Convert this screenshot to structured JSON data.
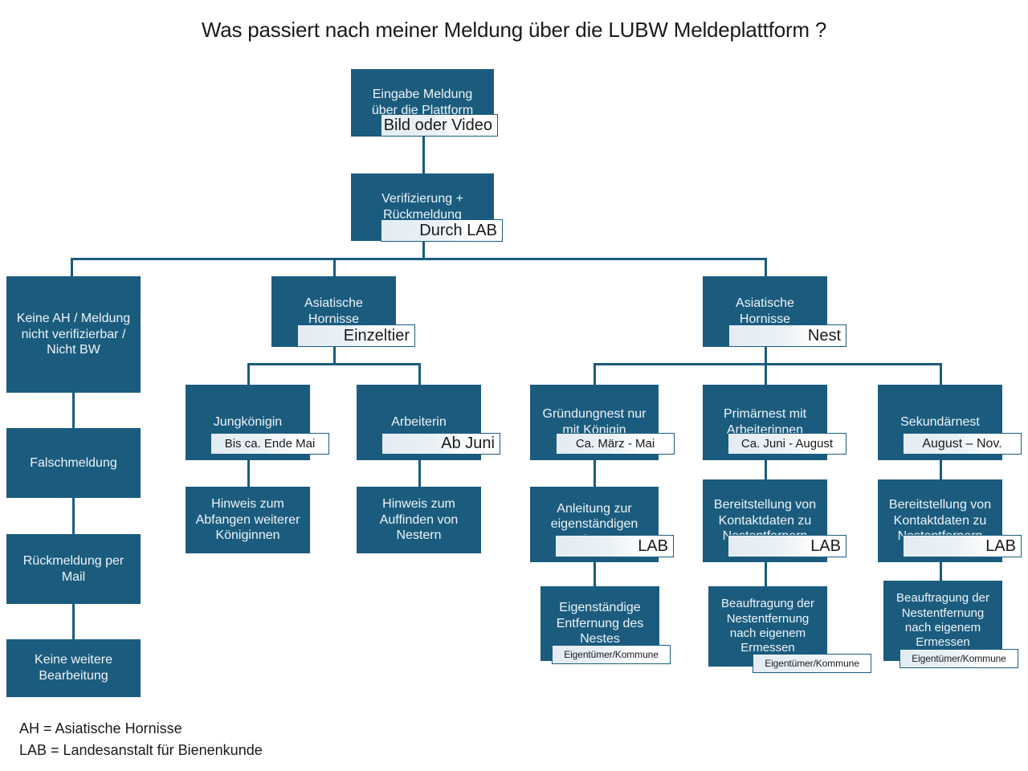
{
  "title": "Was passiert nach meiner Meldung über die LUBW Meldeplattform ?",
  "colors": {
    "node_fill": "#1b5c7e",
    "node_text": "#eef4f8",
    "tag_border": "#1b5c7e",
    "tag_fill_left": "#e3ecf3",
    "tag_fill_right": "#ffffff",
    "connector": "#1b5c7e",
    "background": "#ffffff",
    "body_text": "#1a1a1a"
  },
  "nodes": {
    "eingabe": {
      "text": "Eingabe Meldung\nüber die Plattform",
      "tag": "Bild oder Video"
    },
    "verifizierung": {
      "text": "Verifizierung +\nRückmeldung",
      "tag": "Durch LAB"
    },
    "keine_ah": {
      "text": "Keine AH / Meldung\nnicht verifizierbar /\nNicht BW"
    },
    "falschmeldung": {
      "text": "Falschmeldung"
    },
    "rueckmeldung_mail": {
      "text": "Rückmeldung per\nMail"
    },
    "keine_bearbeitung": {
      "text": "Keine weitere\nBearbeitung"
    },
    "ah_einzeltier": {
      "text": "Asiatische\nHornisse",
      "tag": "Einzeltier"
    },
    "ah_nest": {
      "text": "Asiatische\nHornisse",
      "tag": "Nest"
    },
    "jungkoenigin": {
      "text": "Jungkönigin",
      "tag": "Bis ca. Ende Mai"
    },
    "arbeiterin": {
      "text": "Arbeiterin",
      "tag": "Ab Juni"
    },
    "hinweis_abfangen": {
      "text": "Hinweis zum\nAbfangen weiterer\nKöniginnen"
    },
    "hinweis_auffinden": {
      "text": "Hinweis zum\nAuffinden von\nNestern"
    },
    "gruendungsnest": {
      "text": "Gründungnest nur\nmit Königin",
      "tag": "Ca. März - Mai"
    },
    "primaernest": {
      "text": "Primärnest mit\nArbeiterinnen",
      "tag": "Ca. Juni - August"
    },
    "sekundaernest": {
      "text": "Sekundärnest",
      "tag": "August – Nov."
    },
    "anleitung_entfernung": {
      "text": "Anleitung zur\neigenständigen\nEntfernung",
      "tag": "LAB"
    },
    "kontaktdaten_primaer": {
      "text": "Bereitstellung von\nKontaktdaten zu\nNestentfernern",
      "tag": "LAB"
    },
    "kontaktdaten_sekundaer": {
      "text": "Bereitstellung von\nKontaktdaten zu\nNestentfernern",
      "tag": "LAB"
    },
    "eigenstaendige_entfernung": {
      "text": "Eigenständige\nEntfernung des\nNestes",
      "tag": "Eigentümer/Kommune"
    },
    "beauftragung_primaer": {
      "text": "Beauftragung der\nNestentfernung\nnach eigenem\nErmessen",
      "tag": "Eigentümer/Kommune"
    },
    "beauftragung_sekundaer": {
      "text": "Beauftragung der\nNestentfernung\nnach eigenem\nErmessen",
      "tag": "Eigentümer/Kommune"
    }
  },
  "legend": {
    "line1": "AH = Asiatische Hornisse",
    "line2": "LAB = Landesanstalt für Bienenkunde"
  }
}
